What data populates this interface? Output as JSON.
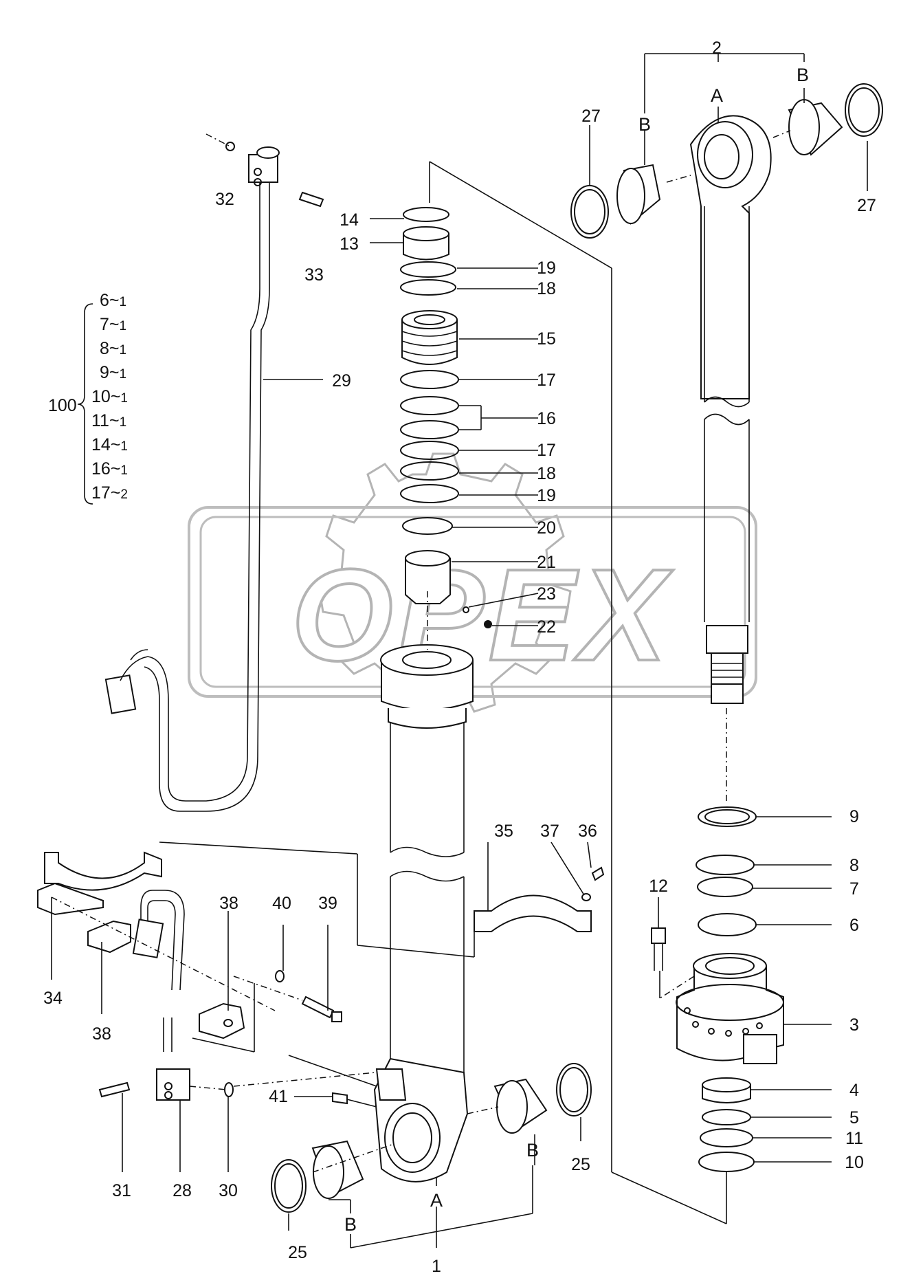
{
  "watermark": {
    "text": "OPEX"
  },
  "callouts": {
    "c1": "1",
    "c2": "2",
    "c3": "3",
    "c4": "4",
    "c5": "5",
    "c6": "6",
    "c7": "7",
    "c8": "8",
    "c9": "9",
    "c10": "10",
    "c11": "11",
    "c12": "12",
    "c13": "13",
    "c14": "14",
    "c15": "15",
    "c16": "16",
    "c17a": "17",
    "c17b": "17",
    "c18a": "18",
    "c18b": "18",
    "c19a": "19",
    "c19b": "19",
    "c20": "20",
    "c21": "21",
    "c22": "22",
    "c23": "23",
    "c25a": "25",
    "c25b": "25",
    "c27a": "27",
    "c27b": "27",
    "c28": "28",
    "c29": "29",
    "c30": "30",
    "c31": "31",
    "c32": "32",
    "c33": "33",
    "c34": "34",
    "c35": "35",
    "c36": "36",
    "c37": "37",
    "c38a": "38",
    "c38b": "38",
    "c39": "39",
    "c40": "40",
    "c41": "41"
  },
  "letters": {
    "a_top": "A",
    "b_top_left": "B",
    "b_top_right": "B",
    "a_bottom": "A",
    "b_bottom_left": "B",
    "b_bottom_right": "B"
  },
  "kit": {
    "number": "100",
    "items": [
      {
        "part": "6",
        "qty": "1"
      },
      {
        "part": "7",
        "qty": "1"
      },
      {
        "part": "8",
        "qty": "1"
      },
      {
        "part": "9",
        "qty": "1"
      },
      {
        "part": "10",
        "qty": "1"
      },
      {
        "part": "11",
        "qty": "1"
      },
      {
        "part": "14",
        "qty": "1"
      },
      {
        "part": "16",
        "qty": "1"
      },
      {
        "part": "17",
        "qty": "2"
      }
    ]
  }
}
